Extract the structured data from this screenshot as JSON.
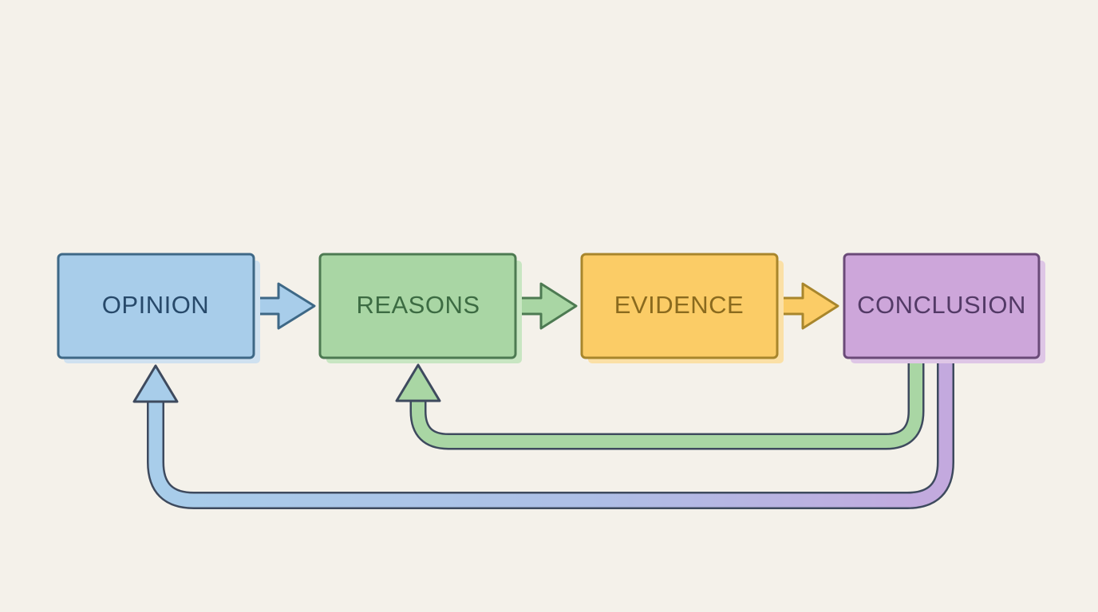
{
  "colors": {
    "background": "#f4f1ea",
    "outline": "#3e4a5e",
    "opinion_fill": "#a8cdea",
    "opinion_shadow": "#cfe1f0",
    "opinion_stroke": "#3e6886",
    "opinion_text": "#27496a",
    "reasons_fill": "#a9d6a4",
    "reasons_shadow": "#c8e6c2",
    "reasons_stroke": "#4d7a52",
    "reasons_text": "#3c6b42",
    "evidence_fill": "#fbcc66",
    "evidence_shadow": "#fbe0a6",
    "evidence_stroke": "#a8862c",
    "evidence_text": "#8a6a1e",
    "conclusion_fill": "#cda6da",
    "conclusion_shadow": "#dec6e6",
    "conclusion_stroke": "#6a4a78",
    "conclusion_text": "#533a66"
  },
  "nodes": {
    "opinion": {
      "label": "OPINION"
    },
    "reasons": {
      "label": "REASONS"
    },
    "evidence": {
      "label": "EVIDENCE"
    },
    "conclusion": {
      "label": "CONCLUSION"
    }
  },
  "edges": [
    {
      "from": "opinion",
      "to": "reasons",
      "kind": "forward"
    },
    {
      "from": "reasons",
      "to": "evidence",
      "kind": "forward"
    },
    {
      "from": "evidence",
      "to": "conclusion",
      "kind": "forward"
    },
    {
      "from": "conclusion",
      "to": "reasons",
      "kind": "feedback"
    },
    {
      "from": "conclusion",
      "to": "opinion",
      "kind": "feedback"
    }
  ]
}
